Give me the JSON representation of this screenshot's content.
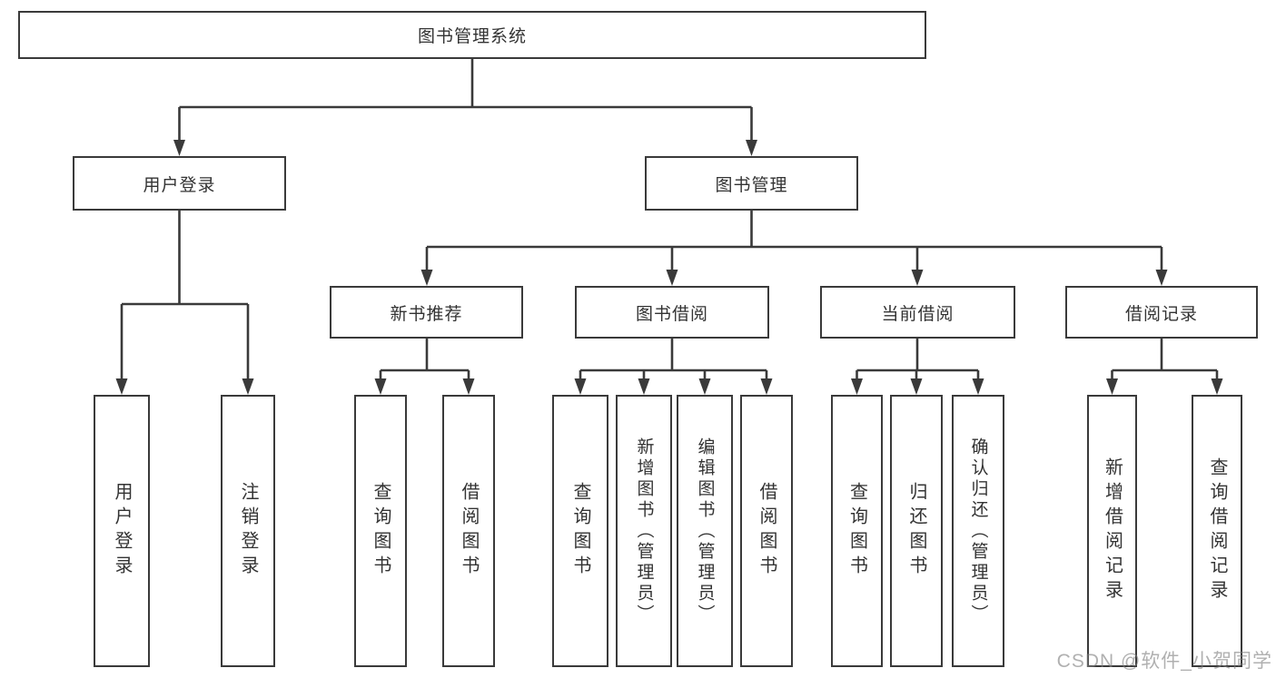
{
  "diagram": {
    "title": "图书管理系统",
    "nodes": {
      "root": {
        "label": "图书管理系统"
      },
      "userLogin": {
        "label": "用户登录"
      },
      "bookMgmt": {
        "label": "图书管理"
      },
      "newBookRec": {
        "label": "新书推荐"
      },
      "bookBorrow": {
        "label": "图书借阅"
      },
      "currentBorrow": {
        "label": "当前借阅"
      },
      "borrowRecords": {
        "label": "借阅记录"
      },
      "leafUserLogin": {
        "label": "用户登录"
      },
      "leafLogout": {
        "label": "注销登录"
      },
      "leafQueryBooks1": {
        "label": "查询图书"
      },
      "leafBorrowBooks1": {
        "label": "借阅图书"
      },
      "leafQueryBooks2": {
        "label": "查询图书"
      },
      "leafAddBooks": {
        "label": "新增图书（管理员）"
      },
      "leafEditBooks": {
        "label": "编辑图书（管理员）"
      },
      "leafBorrowBooks2": {
        "label": "借阅图书"
      },
      "leafQueryBooks3": {
        "label": "查询图书"
      },
      "leafReturnBooks": {
        "label": "归还图书"
      },
      "leafConfirmReturn": {
        "label": "确认归还（管理员）"
      },
      "leafAddRecord": {
        "label": "新增借阅记录"
      },
      "leafQueryRecord": {
        "label": "查询借阅记录"
      }
    },
    "colors": {
      "line": "#3a3a3a",
      "text": "#333333",
      "background": "#ffffff",
      "watermark": "#808080"
    }
  },
  "watermark": {
    "text": "CSDN @软件_小贺同学"
  }
}
